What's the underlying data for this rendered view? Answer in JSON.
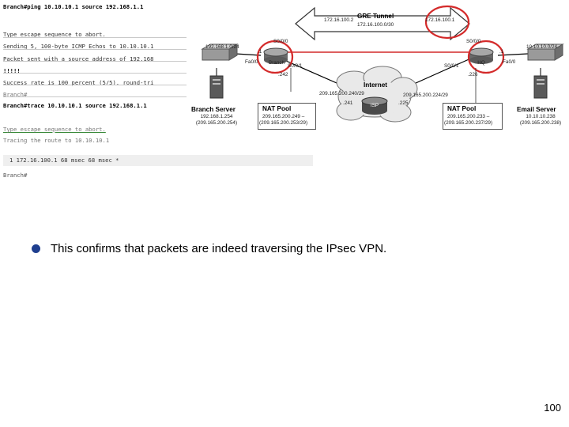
{
  "terminal": {
    "lines": [
      "Branch#ping 10.10.10.1 source 192.168.1.1",
      "",
      "Type escape sequence to abort.",
      "Sending 5, 100-byte ICMP Echos to 10.10.10.1",
      "Packet sent with a source address of 192.168",
      "!!!!!",
      "Success rate is 100 percent (5/5), round-tri",
      "Branch#",
      "Branch#trace 10.10.10.1 source 192.168.1.1",
      "",
      "Type escape sequence to abort.",
      "Tracing the route to 10.10.10.1",
      "",
      "",
      "Branch#"
    ],
    "trace_result": "1 172.16.100.1 68 msec 68 msec *"
  },
  "diagram": {
    "tunnel_title": "GRE Tunnel",
    "tunnel_left_ip": "172.16.100.2",
    "tunnel_right_ip": "172.16.100.1",
    "tunnel_subnet": "172.16.100.0/30",
    "branch_router": "Branch",
    "hq_router": "HQ",
    "isp_router": "ISP",
    "internet_label": "Internet",
    "branch_lan": "192.168.1.0/24",
    "hq_lan": "10.10.10.0/24",
    "branch_s000": "S0/0/0",
    "branch_s001": "S0/0/1",
    "branch_fa": "Fa0/0",
    "branch_dot1": ".1",
    "branch_242": ".242",
    "hq_s000": "S0/0/0",
    "hq_s001": "S0/0/1",
    "hq_fa": "Fa0/0",
    "hq_dot1": ".1",
    "hq_226": ".226",
    "isp_241": ".241",
    "isp_225": ".225",
    "branch_wan": "209.165.200.240/29",
    "hq_wan": "209.165.200.224/29",
    "branch_server": {
      "title": "Branch Server",
      "ip": "192.168.1.254",
      "nat": "(209.165.200.254)"
    },
    "email_server": {
      "title": "Email Server",
      "ip": "10.10.10.238",
      "nat": "(209.165.200.238)"
    },
    "branch_nat": {
      "title": "NAT Pool",
      "l1": "209.165.200.249 –",
      "l2": "(209.165.200.253/29)"
    },
    "hq_nat": {
      "title": "NAT Pool",
      "l1": "209.165.200.233 –",
      "l2": "(209.165.200.237/29)"
    },
    "colors": {
      "highlight": "#d42a2a",
      "tunnel": "#ffffff",
      "cloud": "#e9e9e9"
    }
  },
  "bullet": "This confirms that packets are indeed traversing the IPsec VPN.",
  "page_number": "100",
  "colors": {
    "bullet": "#1f3f8f"
  }
}
